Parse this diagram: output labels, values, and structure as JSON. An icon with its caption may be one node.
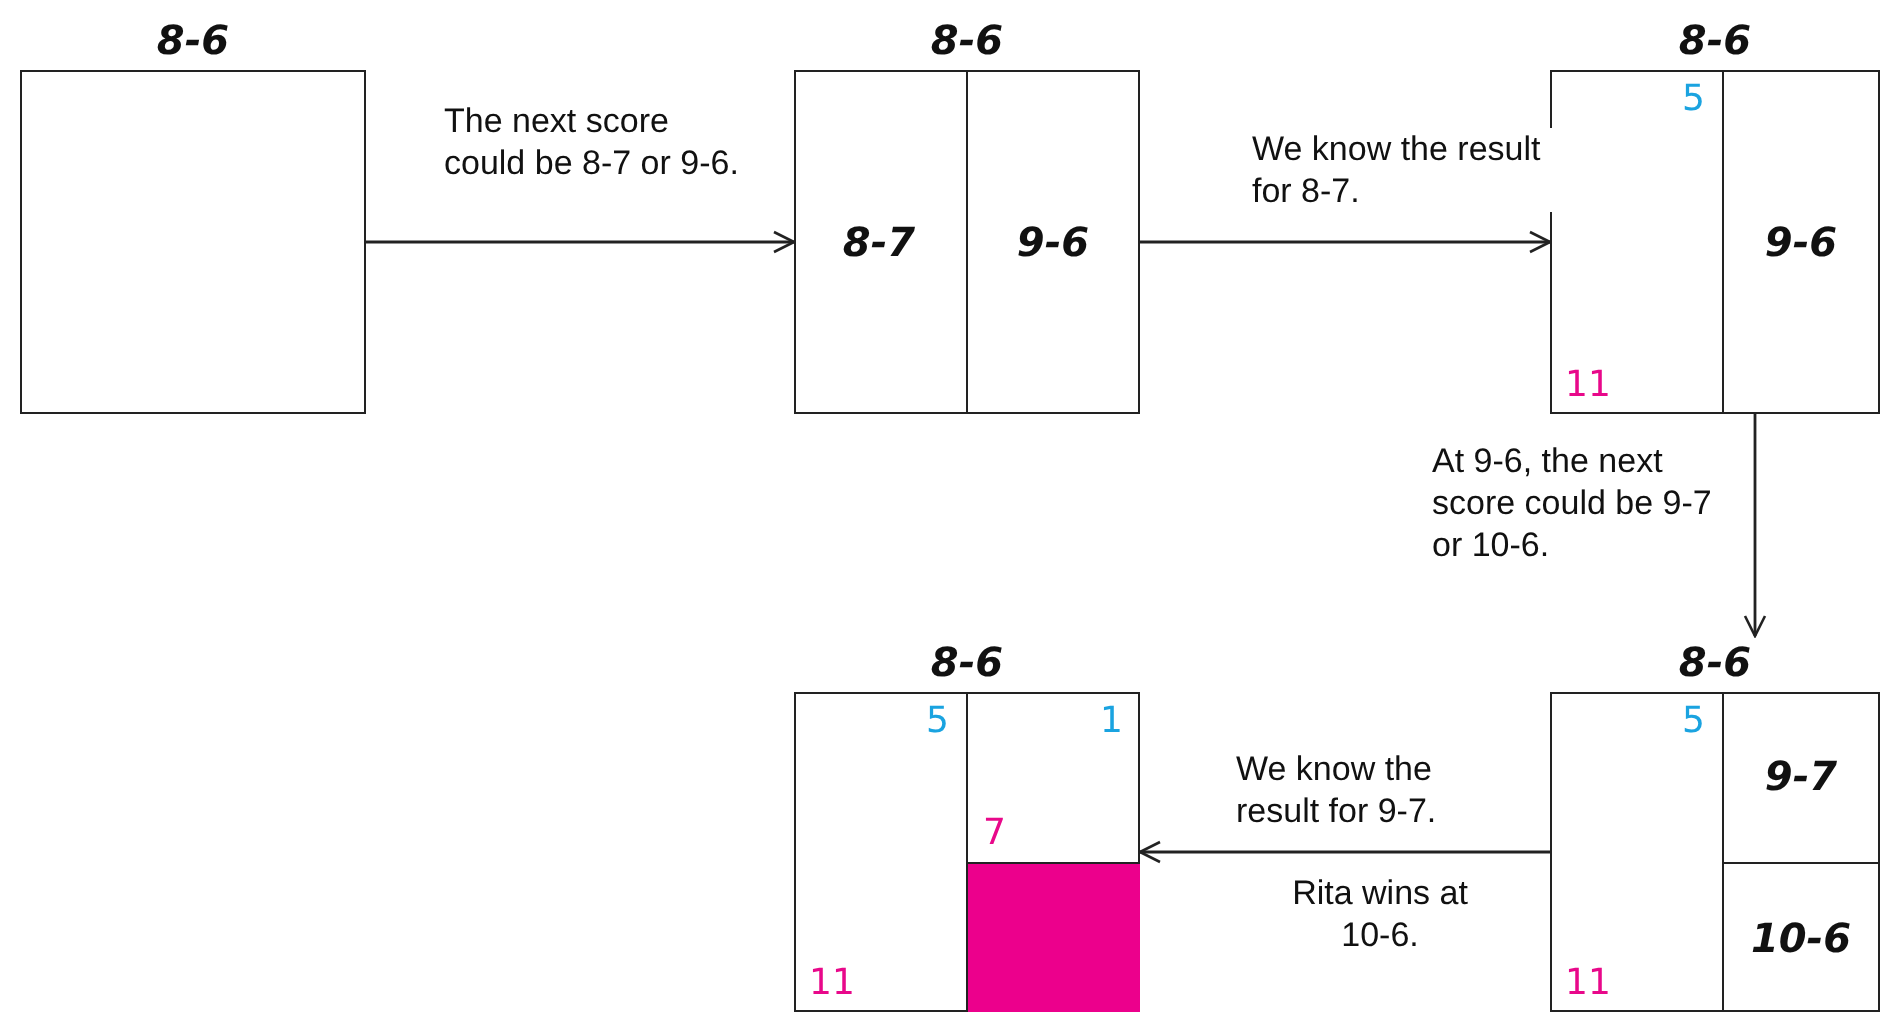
{
  "diagram": {
    "nodes": [
      {
        "text": [
          "8-6"
        ]
      },
      {
        "text": [
          "8-6"
        ]
      },
      {
        "text": [
          "8-7"
        ],
        "in": 1
      },
      {
        "text": [
          "9-6"
        ],
        "in": 1
      },
      {
        "text": [
          "8-6"
        ]
      },
      {
        "text": [
          "5",
          "11"
        ],
        "in": 4
      },
      {
        "text": [
          "9-6"
        ],
        "in": 4
      },
      {
        "text": [
          "8-6"
        ]
      },
      {
        "text": [
          "5",
          "11"
        ],
        "in": 7
      },
      {
        "text": [
          "9-7"
        ],
        "in": 7
      },
      {
        "text": [
          "10-6"
        ],
        "in": 7
      },
      {
        "text": [
          "8-6"
        ]
      },
      {
        "text": [
          "5",
          "11"
        ],
        "in": 11
      },
      {
        "text": [
          "1",
          "7"
        ],
        "in": 11
      },
      {
        "text": [],
        "shape": "box",
        "in": 11
      }
    ],
    "edges": [
      {
        "from": 0,
        "to": 1,
        "arrow": "to",
        "label": "The next score could be 8-7 or 9-6."
      },
      {
        "from": 1,
        "to": 4,
        "arrow": "to",
        "label": "We know the result for 8-7."
      },
      {
        "from": 4,
        "to": 7,
        "arrow": "to",
        "label": "At 9-6, the next score could be 9-7 or 10-6."
      },
      {
        "from": 7,
        "to": 11,
        "arrow": "to",
        "label": "We know the result for 9-7."
      }
    ],
    "labels": [
      "Rita wins at 10-6."
    ]
  }
}
